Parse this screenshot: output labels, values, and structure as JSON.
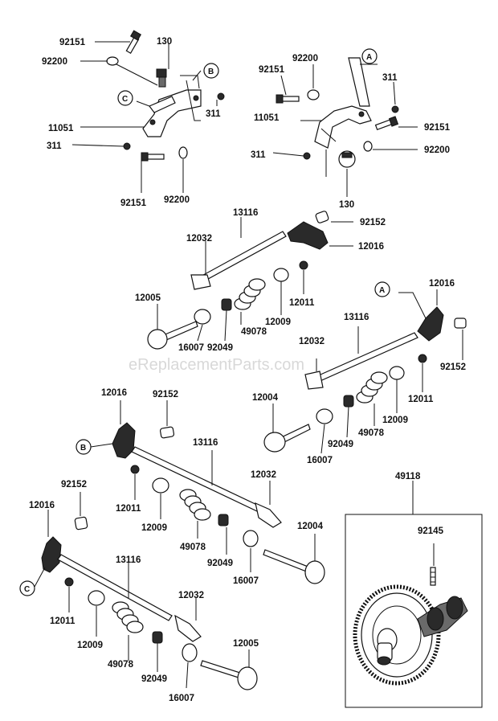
{
  "watermark": "eReplacementParts.com",
  "labels": {
    "l92151_a": "92151",
    "l92200_a": "92200",
    "l130_a": "130",
    "l11051_a": "11051",
    "l311_a": "311",
    "l311_b": "311",
    "l92151_b": "92151",
    "l92200_b": "92200",
    "l92151_c": "92151",
    "l92200_c": "92200",
    "l311_c": "311",
    "l11051_b": "11051",
    "l92151_d": "92151",
    "l311_d": "311",
    "l92200_d": "92200",
    "l130_b": "130",
    "l13116_a": "13116",
    "l92152_a": "92152",
    "l12032_a": "12032",
    "l12016_a": "12016",
    "l12005_a": "12005",
    "l12011_a": "12011",
    "l12009_a": "12009",
    "l92049_a": "92049",
    "l49078_a": "49078",
    "l16007_a": "16007",
    "l12016_b": "12016",
    "l13116_b": "13116",
    "l12032_b": "12032",
    "l92152_b": "92152",
    "l12011_b": "12011",
    "l12004_a": "12004",
    "l12009_b": "12009",
    "l92049_b": "92049",
    "l49078_b": "49078",
    "l16007_b": "16007",
    "l12016_c": "12016",
    "l92152_c": "92152",
    "l13116_c": "13116",
    "l12032_c": "12032",
    "l12011_c": "12011",
    "l12009_c": "12009",
    "l49078_c": "49078",
    "l12004_b": "12004",
    "l92049_c": "92049",
    "l16007_c": "16007",
    "l49118": "49118",
    "l92145": "92145",
    "l92152_d": "92152",
    "l12016_d": "12016",
    "l13116_d": "13116",
    "l12032_d": "12032",
    "l12011_d": "12011",
    "l12009_d": "12009",
    "l49078_d": "49078",
    "l92049_d": "92049",
    "l12005_b": "12005",
    "l16007_d": "16007"
  },
  "refs": {
    "a1": "A",
    "a2": "A",
    "b1": "B",
    "b2": "B",
    "c1": "C",
    "c2": "C"
  }
}
